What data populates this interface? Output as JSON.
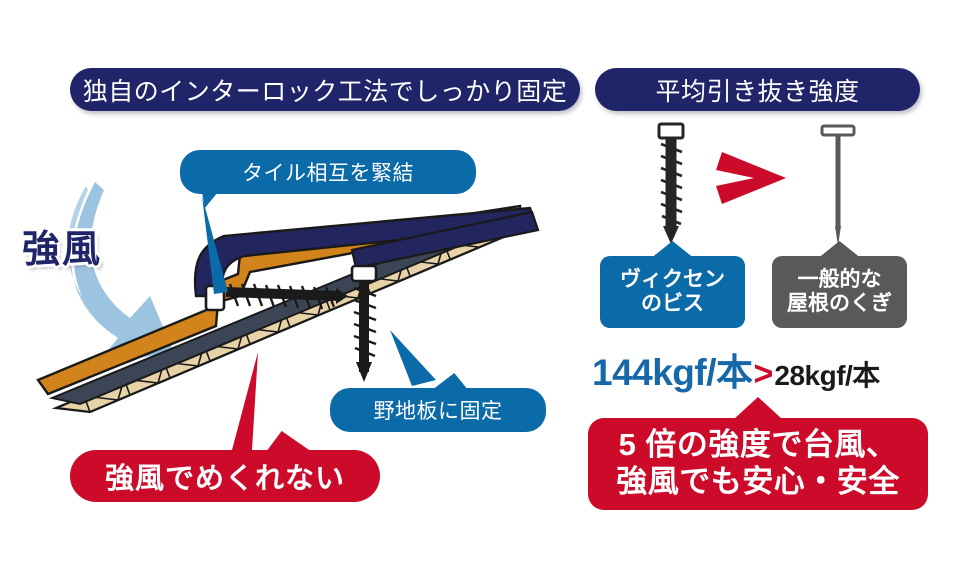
{
  "headers": {
    "left": "独自のインターロック工法でしっかり固定",
    "right": "平均引き抜き強度"
  },
  "left_panel": {
    "wind_label": "強風",
    "callout_tile": "タイル相互を緊結",
    "callout_board": "野地板に固定",
    "callout_result": "強風でめくれない",
    "diagram": {
      "name": "roof-interlock-cross-section",
      "layers": [
        "navy-tile",
        "orange-tile",
        "slate-underlayment",
        "sheathing-board"
      ],
      "fasteners": [
        "horizontal-interlock-screw",
        "vertical-sheathing-screw"
      ]
    }
  },
  "right_panel": {
    "product_badge_line1": "ヴィクセン",
    "product_badge_line2": "のビス",
    "generic_badge_line1": "一般的な",
    "generic_badge_line2": "屋根のくぎ",
    "compare_symbol": "❯",
    "value_product": "144kgf/本",
    "value_compare": ">",
    "value_generic": "28kgf/本",
    "banner_line1": "5 倍の強度で台風、",
    "banner_line2": "強風でも安心・安全"
  },
  "colors": {
    "navy": "#1f2568",
    "blue": "#0b6aa8",
    "red": "#cc0a2a",
    "gray": "#595959",
    "value_blue": "#1768a8",
    "tile_orange": "#d1841c",
    "tile_navy": "#23255f",
    "board_tan": "#e8d2a8",
    "slate": "#3c4556",
    "wind_arrow": "#9cc3e0"
  }
}
